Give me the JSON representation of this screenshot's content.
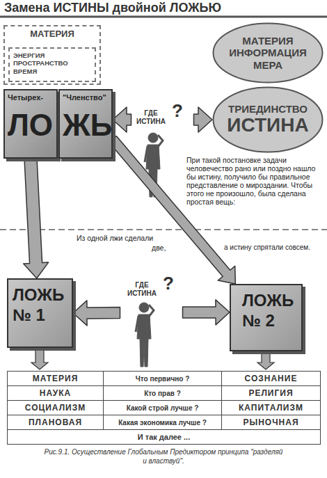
{
  "diagram": {
    "title": "Замена ИСТИНЫ двойной ЛОЖЬЮ",
    "caption": "Рис.9.1. Осуществление Глобальным Предиктором принципа \"разделяй и властвуй\".",
    "nodes": [
      {
        "text": [
          "МАТЕРИЯ"
        ]
      },
      {
        "text": [
          "ЭНЕРГИЯ ПРОСТРАНСТВО ВРЕМЯ"
        ],
        "in": 0
      },
      {
        "text": [
          "Четырех-",
          "ЛО"
        ]
      },
      {
        "text": [
          "\"Членство\"",
          "ЖЬ"
        ]
      },
      {
        "text": [
          "МАТЕРИЯ ИНФОРМАЦИЯ МЕРА"
        ]
      },
      {
        "text": [
          "ТРИЕДИНСТВО",
          "ИСТИНА"
        ]
      },
      {
        "text": [
          "ЛОЖЬ № 1"
        ]
      },
      {
        "text": [
          "ЛОЖЬ № 2"
        ]
      }
    ],
    "edges": [
      {
        "from": 3,
        "to": 5,
        "arrow": "both"
      },
      {
        "from": 2,
        "to": 6,
        "arrow": "to"
      },
      {
        "from": 3,
        "to": 7,
        "arrow": "to"
      },
      {
        "from": 6,
        "to": 7,
        "arrow": "both"
      }
    ],
    "labels": [
      "ГДЕ ИСТИНА",
      "?",
      "При такой постановке задачи человечество рано или поздно нашло бы истину, получило бы правильное представление о мироздании. Чтобы этого не произошло, была сделана простая вещь:",
      "Из одной лжи сделали",
      "две,",
      "а истину спрятали совсем.",
      "ГДЕ ИСТИНА",
      "?",
      "МАТЕРИЯ",
      "Что первично ?",
      "СОЗНАНИЕ",
      "НАУКА",
      "Кто прав ?",
      "РЕЛИГИЯ",
      "СОЦИАЛИЗМ",
      "Какой строй лучше ?",
      "КАПИТАЛИЗМ",
      "ПЛАНОВАЯ",
      "Какая экономика лучше ?",
      "РЫНОЧНАЯ",
      "И так далее ..."
    ]
  }
}
